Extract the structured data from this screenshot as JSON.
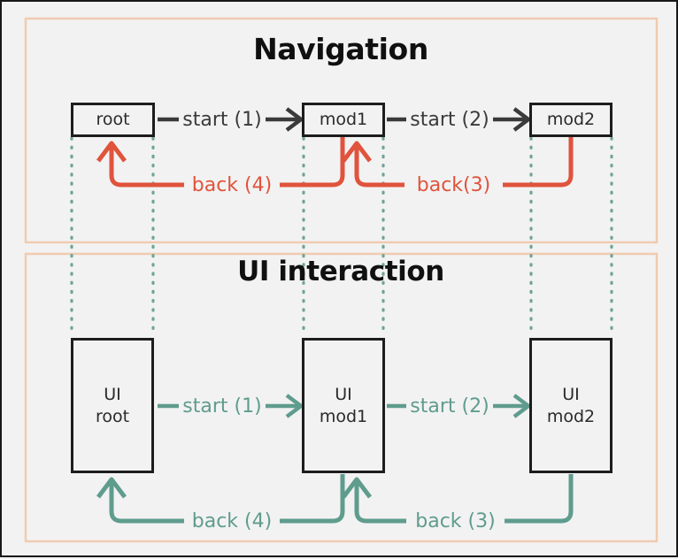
{
  "diagram": {
    "title_hidden": "",
    "colors": {
      "background": "#f2f2f2",
      "frame": "#181818",
      "panel_border": "#f0cbb0",
      "node_border": "#1d1d1d",
      "arrow_dark": "#3a3a3a",
      "arrow_red": "#e0533c",
      "arrow_green": "#5f9c8d",
      "dotted_green": "#6fa497",
      "text": "#2a2a2a"
    }
  },
  "panels": [
    {
      "id": "navigation",
      "title": "Navigation",
      "nodes": [
        {
          "id": "root",
          "label": "root"
        },
        {
          "id": "mod1",
          "label": "mod1"
        },
        {
          "id": "mod2",
          "label": "mod2"
        }
      ],
      "forward_edges": [
        {
          "from": "root",
          "to": "mod1",
          "label": "start (1)"
        },
        {
          "from": "mod1",
          "to": "mod2",
          "label": "start (2)"
        }
      ],
      "back_edges": [
        {
          "from": "mod1",
          "to": "root",
          "label": "back (4)"
        },
        {
          "from": "mod2",
          "to": "mod1",
          "label": "back(3)"
        }
      ]
    },
    {
      "id": "ui-interaction",
      "title": "UI interaction",
      "nodes": [
        {
          "id": "ui-root",
          "label_line1": "UI",
          "label_line2": "root"
        },
        {
          "id": "ui-mod1",
          "label_line1": "UI",
          "label_line2": "mod1"
        },
        {
          "id": "ui-mod2",
          "label_line1": "UI",
          "label_line2": "mod2"
        }
      ],
      "forward_edges": [
        {
          "from": "ui-root",
          "to": "ui-mod1",
          "label": "start (1)"
        },
        {
          "from": "ui-mod1",
          "to": "ui-mod2",
          "label": "start (2)"
        }
      ],
      "back_edges": [
        {
          "from": "ui-mod1",
          "to": "ui-root",
          "label": "back (4)"
        },
        {
          "from": "ui-mod2",
          "to": "ui-mod1",
          "label": "back (3)"
        }
      ]
    }
  ]
}
